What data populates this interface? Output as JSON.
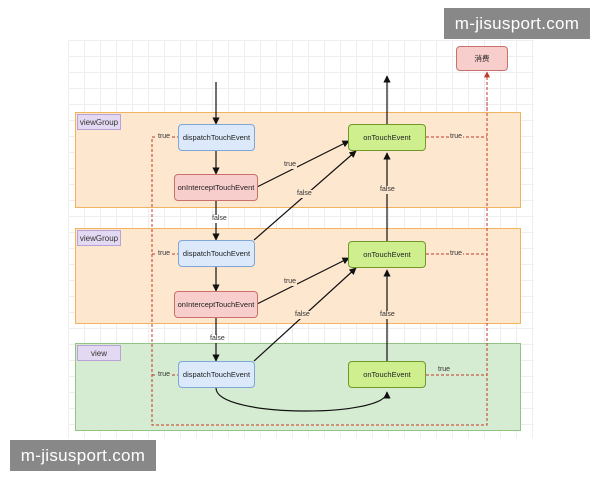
{
  "layers": {
    "view_group_1": "viewGroup",
    "view_group_2": "viewGroup",
    "view": "view"
  },
  "nodes": {
    "dispatch_1": "dispatchTouchEvent",
    "intercept_1": "onInterceptTouchEvent",
    "touch_1": "onTouchEvent",
    "dispatch_2": "dispatchTouchEvent",
    "intercept_2": "onInterceptTouchEvent",
    "touch_2": "onTouchEvent",
    "dispatch_3": "dispatchTouchEvent",
    "touch_3": "onTouchEvent",
    "consume": "消费"
  },
  "edge_labels": {
    "true_dispatch_1": "true",
    "true_intercept_1": "true",
    "false_intercept_to_touch_1": "false",
    "false_touch_up_1": "false",
    "true_touch_1": "true",
    "false_down_1": "false",
    "true_dispatch_2": "true",
    "true_intercept_2": "true",
    "false_intercept_to_touch_2": "false",
    "false_touch_up_2": "false",
    "true_touch_2": "true",
    "false_down_2": "false",
    "true_dispatch_3": "true",
    "true_touch_3": "true"
  },
  "watermarks": {
    "top": "m-jisusport.com",
    "bottom": "m-jisusport.com"
  },
  "colors": {
    "viewgroup_band": "#fde7cf",
    "view_band": "#d6ecd2",
    "dispatch_node": "#dbe9fb",
    "intercept_node": "#f8cecc",
    "touch_node": "#cfef8f",
    "return_path": "#c0392b"
  }
}
